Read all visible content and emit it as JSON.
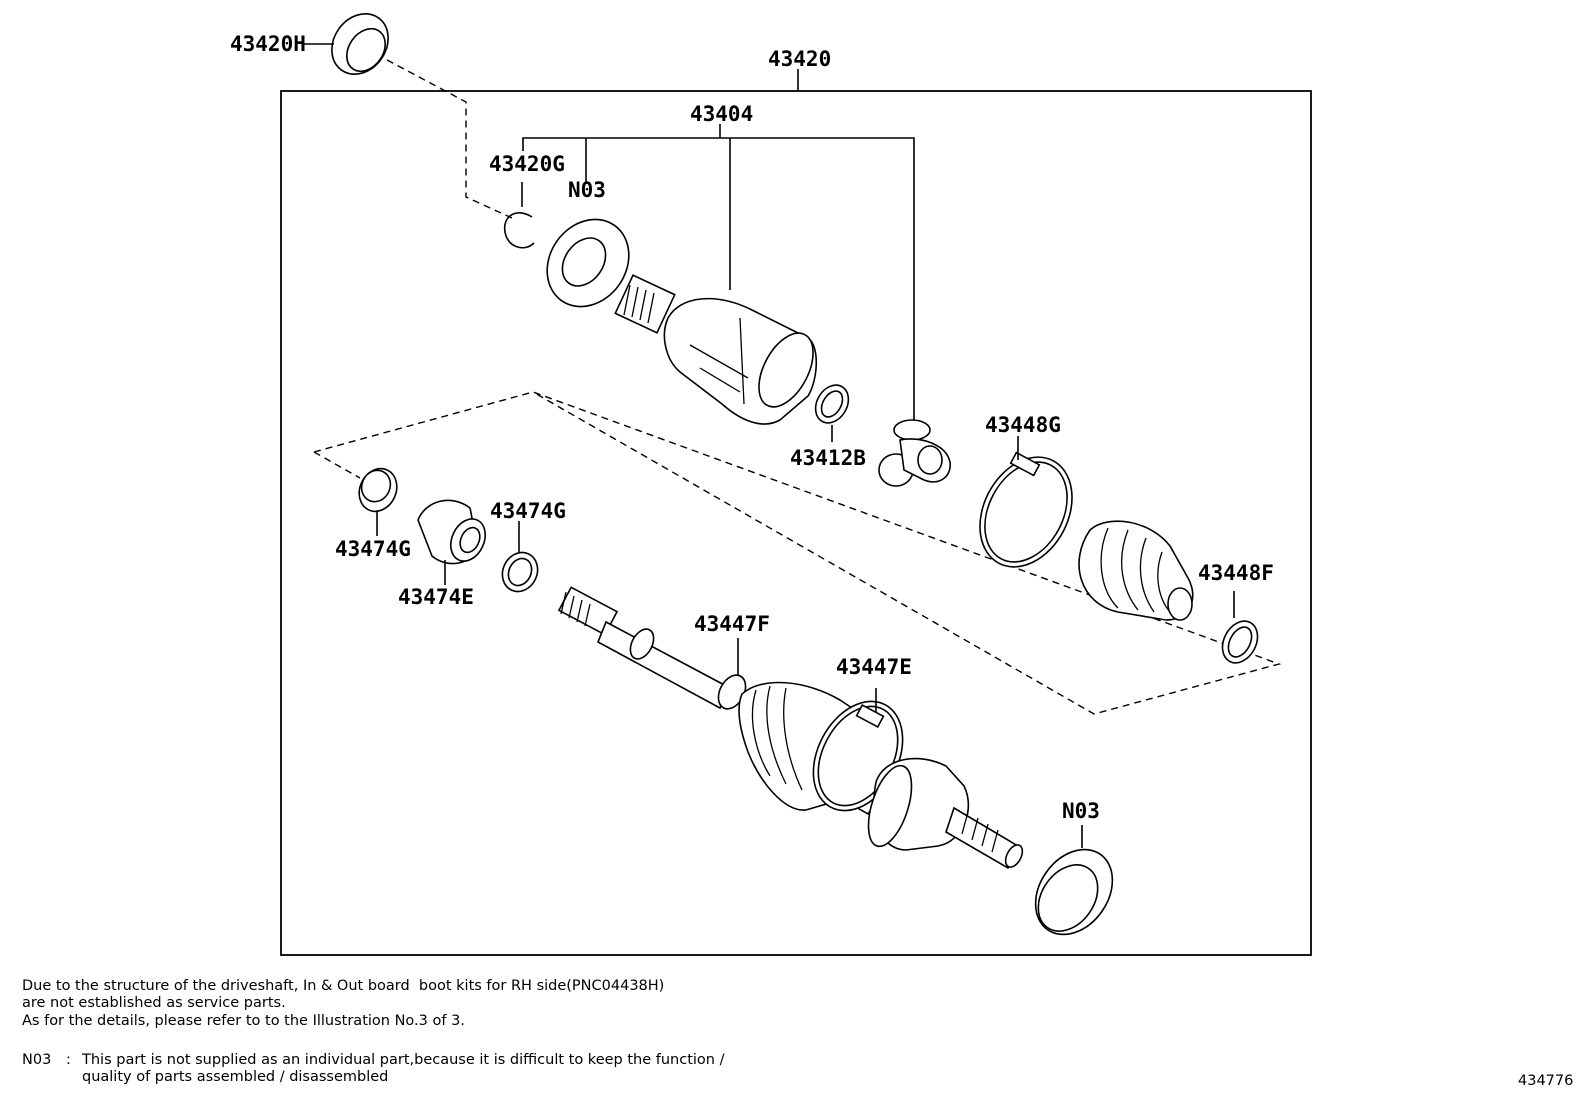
{
  "callouts": {
    "p43420H": "43420H",
    "p43420": "43420",
    "p43404": "43404",
    "p43420G": "43420G",
    "pN03_top": "N03",
    "p43412B": "43412B",
    "p43448G": "43448G",
    "p43448F": "43448F",
    "p43474G_left": "43474G",
    "p43474G_right": "43474G",
    "p43474E": "43474E",
    "p43447F": "43447F",
    "p43447E": "43447E",
    "pN03_bottom": "N03"
  },
  "notes": {
    "line1": "Due to the structure of the driveshaft, In & Out board  boot kits for RH side(PNC04438H)",
    "line2": "are not established as service parts.",
    "line3": "As for the details, please refer to to the Illustration No.3 of 3.",
    "n03_key": "N03",
    "n03_sep": ":",
    "n03_text1": "This part is not supplied as an individual part,because it is difficult to keep the function /",
    "n03_text2": "quality of parts assembled / disassembled"
  },
  "illustration_number": "434776"
}
